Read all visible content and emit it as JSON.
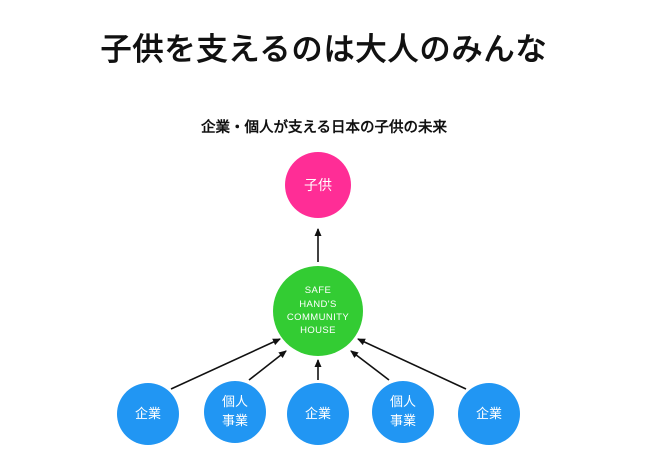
{
  "title": "子供を支えるのは大人のみんな",
  "subtitle": "企業・個人が支える日本の子供の未来",
  "colors": {
    "background": "#ffffff",
    "child_node": "#ff2d96",
    "hub_node": "#33cc33",
    "source_node": "#2196f3",
    "arrow": "#111111",
    "text_dark": "#111111",
    "text_on_node": "#ffffff"
  },
  "nodes": {
    "child": {
      "label": "子供"
    },
    "hub": {
      "lines": [
        "SAFE",
        "HAND'S",
        "COMMUNITY",
        "HOUSE"
      ]
    },
    "sources": [
      {
        "label": "企業"
      },
      {
        "lines": [
          "個人",
          "事業"
        ]
      },
      {
        "label": "企業"
      },
      {
        "lines": [
          "個人",
          "事業"
        ]
      },
      {
        "label": "企業"
      }
    ]
  }
}
